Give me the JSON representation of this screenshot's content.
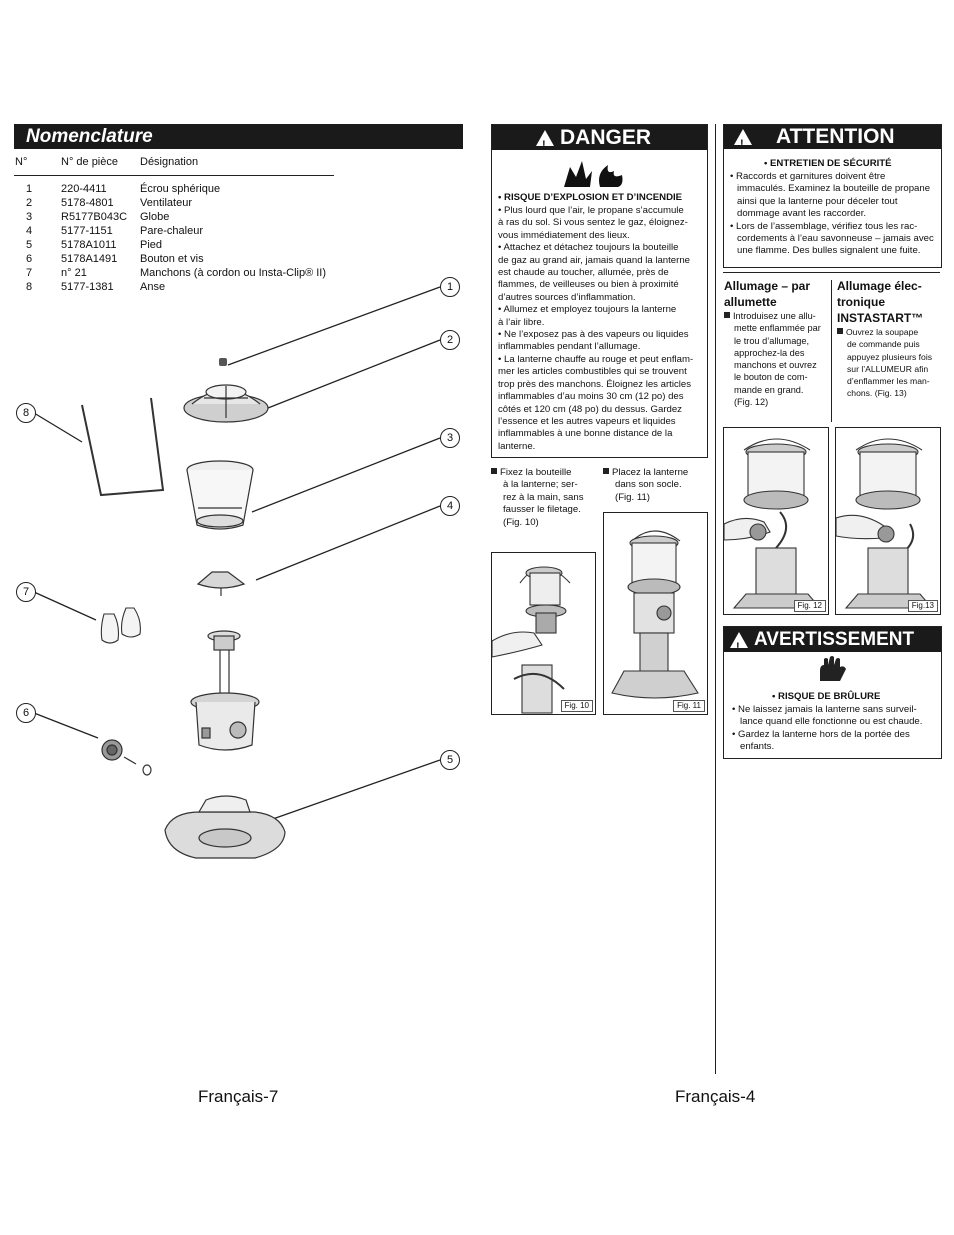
{
  "nomenclature": {
    "title": "Nomenclature",
    "headers": {
      "no": "N°",
      "part": "N° de pièce",
      "desc": "Désignation"
    },
    "rows": [
      {
        "no": "1",
        "part": "220-4411",
        "desc": "Écrou sphérique"
      },
      {
        "no": "2",
        "part": "5178-4801",
        "desc": "Ventilateur"
      },
      {
        "no": "3",
        "part": "R5177B043C",
        "desc": "Globe"
      },
      {
        "no": "4",
        "part": "5177-1151",
        "desc": "Pare-chaleur"
      },
      {
        "no": "5",
        "part": "5178A1011",
        "desc": "Pied"
      },
      {
        "no": "6",
        "part": "5178A1491",
        "desc": "Bouton et vis"
      },
      {
        "no": "7",
        "part": "n° 21",
        "desc": "Manchons (à cordon ou Insta-Clip® II)"
      },
      {
        "no": "8",
        "part": "5177-1381",
        "desc": "Anse"
      }
    ]
  },
  "diagram": {
    "callouts": [
      "1",
      "2",
      "3",
      "4",
      "5",
      "6",
      "7",
      "8"
    ]
  },
  "danger": {
    "title": "DANGER",
    "heading": "• RISQUE D’EXPLOSION ET D’INCENDIE",
    "lines": [
      "• Plus lourd que l’air, le propane s’accumule",
      "à ras du sol. Si vous sentez le gaz, éloignez-",
      "vous immédiatement des lieux.",
      "• Attachez et détachez toujours la bouteille",
      "de gaz au grand air, jamais quand la lanterne",
      "est chaude au toucher, allumée, près de",
      "flammes, de veilleuses ou bien à proximité",
      "d’autres sources d’inflammation.",
      "• Allumez et employez toujours la lanterne",
      "à l’air libre.",
      "• Ne l’exposez pas à des vapeurs ou liquides",
      "inflammables pendant l’allumage.",
      "• La lanterne chauffe au rouge et peut enflam-",
      "mer les articles combustibles qui se trouvent",
      "trop près des manchons. Éloignez les articles",
      "inflammables d’au moins 30 cm (12 po) des",
      "côtés et 120 cm (48 po) du dessus. Gardez",
      "l’essence et les autres vapeurs et liquides",
      "inflammables à une bonne distance de la",
      "lanterne."
    ]
  },
  "steps": {
    "fig10_lines": [
      "Fixez la bouteille",
      "à la lanterne; ser-",
      "rez à la main, sans",
      "fausser le filetage.",
      "(Fig. 10)"
    ],
    "fig11_lines": [
      "Placez la lanterne",
      "dans son socle.",
      "(Fig. 11)"
    ],
    "fig10_label": "Fig. 10",
    "fig11_label": "Fig. 11"
  },
  "attention": {
    "title": "ATTENTION",
    "heading": "• ENTRETIEN DE SÉCURITÉ",
    "lines": [
      "• Raccords et garnitures doivent être",
      "immaculés. Examinez la bouteille de propane",
      "ainsi que la lanterne pour déceler tout",
      "dommage avant les raccorder.",
      "• Lors de l’assemblage, vérifiez tous les rac-",
      "cordements à l’eau savonneuse – jamais avec",
      "une flamme. Des bulles signalent une fuite."
    ]
  },
  "lighting_match": {
    "title_lines": [
      "Allumage – par",
      "allumette"
    ],
    "lines": [
      "Introduisez une allu-",
      "mette enflammée par",
      "le trou d’allumage,",
      "approchez-la des",
      "manchons et ouvrez",
      "le bouton de com-",
      "mande en grand.",
      "(Fig. 12)"
    ],
    "fig_label": "Fig. 12"
  },
  "lighting_electronic": {
    "title_lines": [
      "Allumage élec-",
      "tronique",
      "INSTASTART™"
    ],
    "lines": [
      "Ouvrez la soupape",
      "de commande puis",
      "appuyez plusieurs fois",
      "sur l’ALLUMEUR afin",
      "d’enflammer les man-",
      "chons. (Fig. 13)"
    ],
    "fig_label": "Fig.13"
  },
  "avertissement": {
    "title": "AVERTISSEMENT",
    "heading": "• RISQUE DE BRÛLURE",
    "lines": [
      "• Ne laissez jamais la lanterne sans surveil-",
      "lance quand elle fonctionne ou est chaude.",
      "• Gardez la lanterne hors de la portée des",
      "enfants."
    ]
  },
  "footer": {
    "left": "Français-7",
    "right": "Français-4"
  }
}
